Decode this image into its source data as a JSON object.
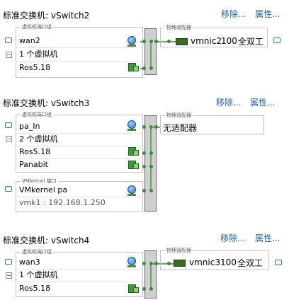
{
  "switches": [
    {
      "title": "标准交换机: vSwitch2",
      "move_label": "移除...",
      "props_label": "属性...",
      "pg_group_title": "虚拟机端口组",
      "portgroup": "wan2",
      "vm_count": "1 个虚拟机",
      "vms": [
        "Ros5.18"
      ],
      "adapter_title": "物理适配器",
      "adapter": {
        "name": "vmnic2",
        "speed": "100",
        "duplex": "全双工"
      }
    },
    {
      "title": "标准交换机: vSwitch3",
      "move_label": "移除...",
      "props_label": "属性...",
      "pg_group_title": "虚拟机端口组",
      "portgroup": "pa_In",
      "vm_count": "2 个虚拟机",
      "vms": [
        "Ros5.18",
        "Panabit"
      ],
      "vmk_group_title": "VMkernel 端口",
      "vmk_name": "VMkernel pa",
      "vmk_ip": "vmk1 : 192.168.1.250",
      "adapter_title": "物理适配器",
      "no_adapter": "无适配器"
    },
    {
      "title": "标准交换机: vSwitch4",
      "move_label": "移除...",
      "props_label": "属性...",
      "pg_group_title": "虚拟机端口组",
      "portgroup": "wan3",
      "vm_count": "1 个虚拟机",
      "vms": [
        "Ros5.18"
      ],
      "adapter_title": "物理适配器",
      "adapter": {
        "name": "vmnic3",
        "speed": "100",
        "duplex": "全双工"
      }
    }
  ]
}
